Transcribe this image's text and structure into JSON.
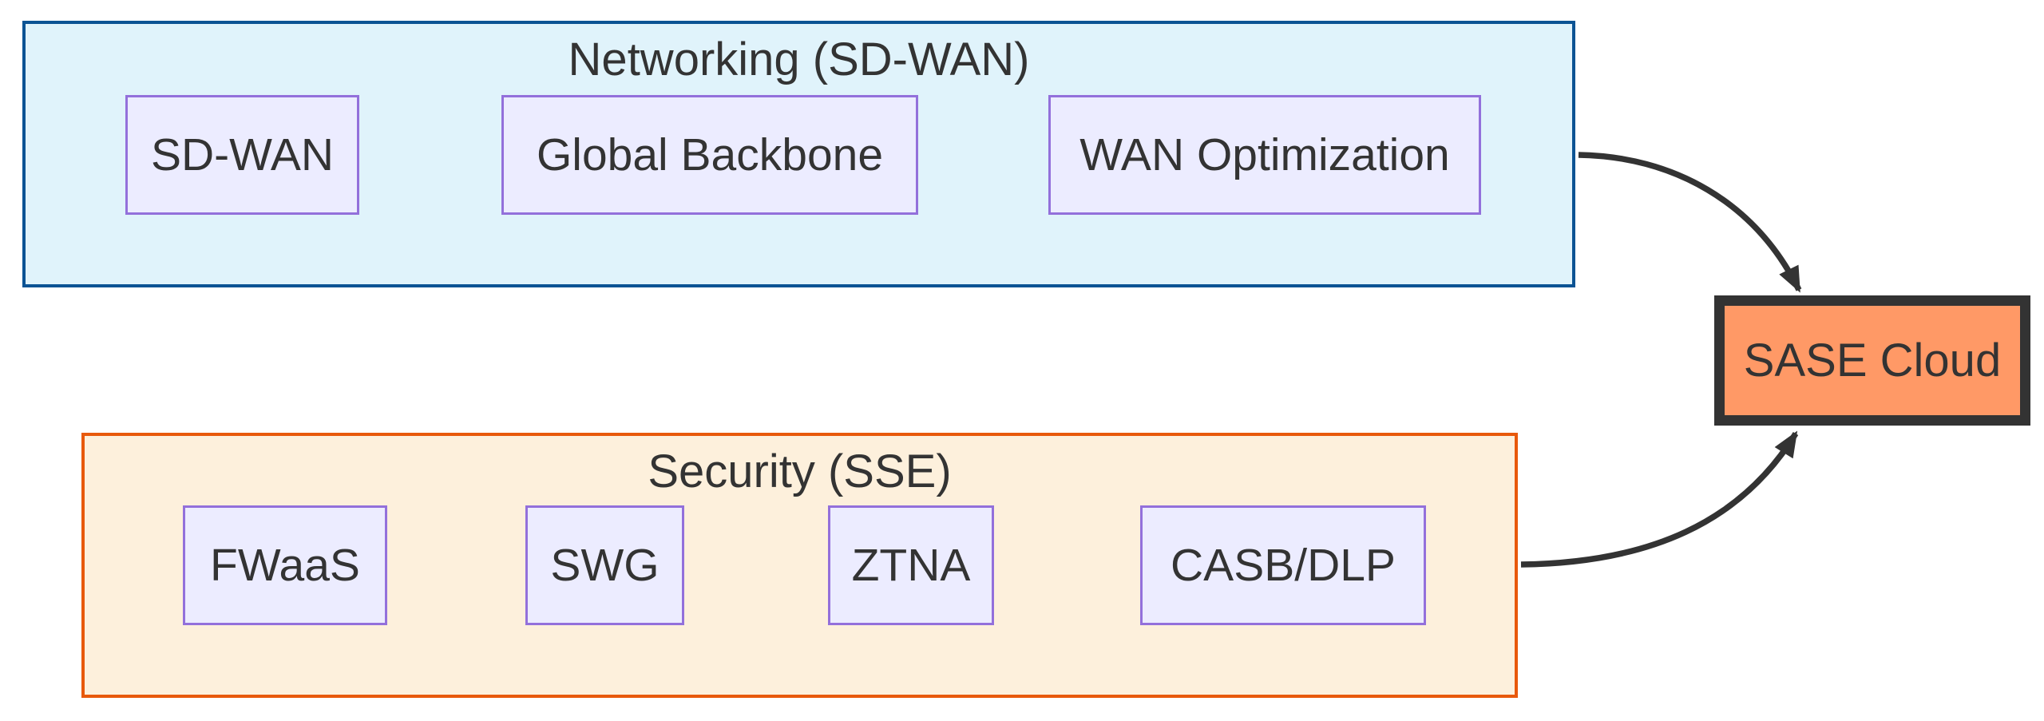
{
  "diagram": {
    "type": "flowchart",
    "direction": "left-to-right",
    "background": "#ffffff",
    "text_color": "#333333",
    "edge_color": "#333333",
    "node_style": {
      "fill": "#ececff",
      "stroke": "#9370db"
    },
    "groups": [
      {
        "title": "Networking (SD-WAN)",
        "fill": "#e0f3fb",
        "stroke": "#0b5394",
        "nodes": [
          {
            "label": "SD-WAN"
          },
          {
            "label": "Global Backbone"
          },
          {
            "label": "WAN Optimization"
          }
        ]
      },
      {
        "title": "Security (SSE)",
        "fill": "#fdf0dc",
        "stroke": "#e8590c",
        "nodes": [
          {
            "label": "FWaaS"
          },
          {
            "label": "SWG"
          },
          {
            "label": "ZTNA"
          },
          {
            "label": "CASB/DLP"
          }
        ]
      }
    ],
    "target_node": {
      "label": "SASE Cloud",
      "fill": "#ff9966",
      "stroke": "#333333"
    },
    "edges": [
      {
        "from": "Networking (SD-WAN)",
        "to": "SASE Cloud",
        "arrow": true
      },
      {
        "from": "Security (SSE)",
        "to": "SASE Cloud",
        "arrow": true
      }
    ]
  }
}
